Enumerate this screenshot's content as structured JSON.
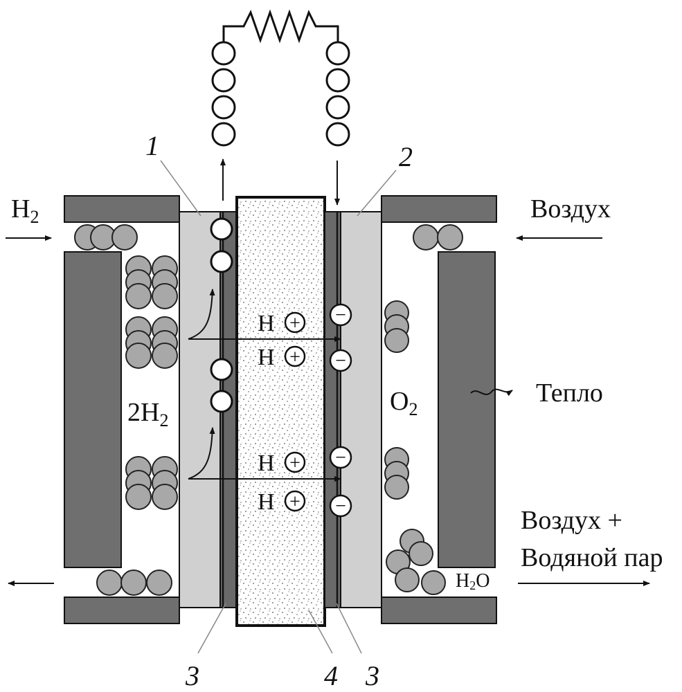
{
  "labels": {
    "h2_in": "H",
    "h2_in_sub": "2",
    "air_in": "Воздух",
    "heat": "Тепло",
    "anode_gas": "2H",
    "anode_gas_sub": "2",
    "cathode_gas": "O",
    "cathode_gas_sub": "2",
    "air_out_line1": "Воздух +",
    "air_out_line2": "Водяной пар",
    "water": "H",
    "water_sub": "2",
    "water_tail": "O",
    "proton_letter": "H",
    "plus_sign": "+",
    "minus_sign": "−"
  },
  "numbers": {
    "anode": "1",
    "cathode": "2",
    "catalyst_left": "3",
    "membrane": "4",
    "catalyst_right": "3"
  },
  "colors": {
    "plate": "#6f6f6f",
    "electrode": "#d0d0d0",
    "catalyst": "#6a6a6a",
    "molecule": "#a8a8a8",
    "stroke": "#111111"
  }
}
